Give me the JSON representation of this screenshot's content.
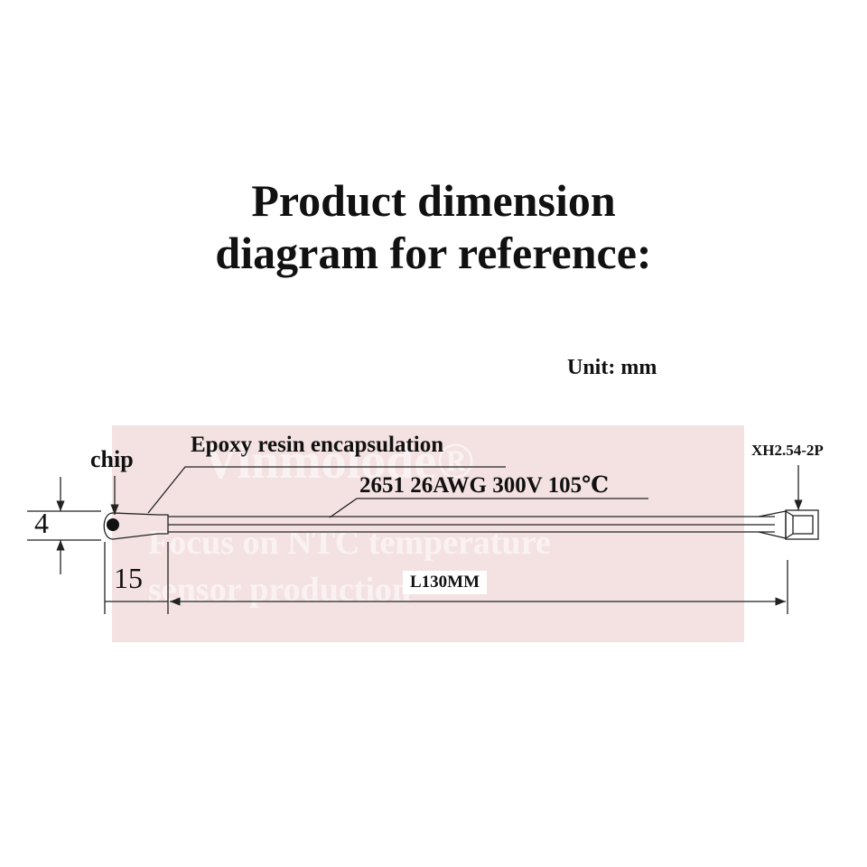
{
  "title": {
    "line1": "Product dimension",
    "line2": "diagram for reference:"
  },
  "labels": {
    "unit": "Unit: mm",
    "chip": "chip",
    "epoxy": "Epoxy resin encapsulation",
    "wire": "2651 26AWG 300V 105℃",
    "connector": "XH2.54-2P",
    "dim_diameter": "4",
    "dim_head": "15",
    "dim_length": "L130MM"
  },
  "watermark": {
    "brand": "Vinmolode®",
    "line1": "Focus on NTC temperature",
    "line2": "sensor production"
  },
  "colors": {
    "line": "#222222",
    "watermark": "#c86e6e"
  }
}
